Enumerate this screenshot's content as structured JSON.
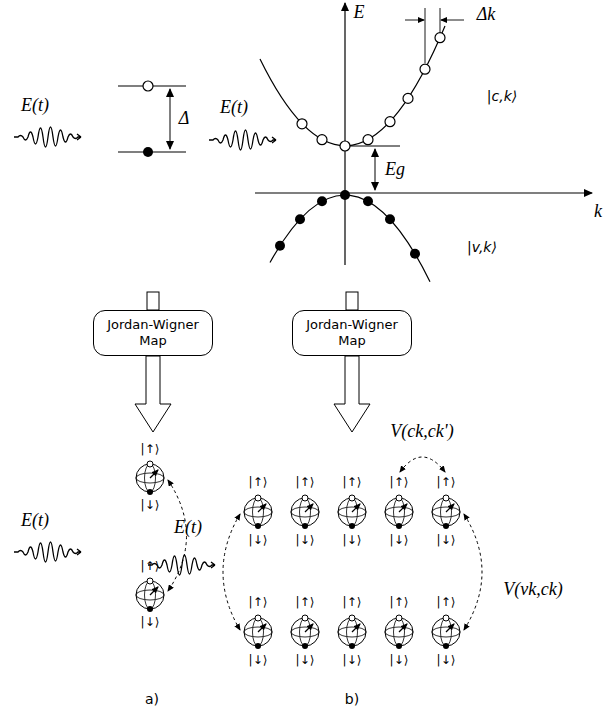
{
  "diagram": {
    "nodes": [
      {
        "text": [
          "Jordan-Wigner Map"
        ]
      },
      {
        "text": [
          "Jordan-Wigner Map"
        ]
      }
    ],
    "labels": [
      "E(t)",
      "Δ",
      "E(t)",
      "E",
      "Δk",
      "|c,k⟩",
      "Eg",
      "k",
      "|v,k⟩",
      "E(t)",
      "|↑⟩",
      "|↓⟩",
      "|↑⟩",
      "|↓⟩",
      "V(ck,ck')",
      "E(t)",
      "|↑⟩",
      "|↑⟩",
      "|↑⟩",
      "|↑⟩",
      "|↑⟩",
      "|↓⟩",
      "|↓⟩",
      "|↓⟩",
      "|↓⟩",
      "|↓⟩",
      "V(vk,ck)",
      "|↑⟩",
      "|↑⟩",
      "|↑⟩",
      "|↑⟩",
      "|↑⟩",
      "|↓⟩",
      "|↓⟩",
      "|↓⟩",
      "|↓⟩",
      "|↓⟩",
      "a)",
      "b)"
    ]
  }
}
